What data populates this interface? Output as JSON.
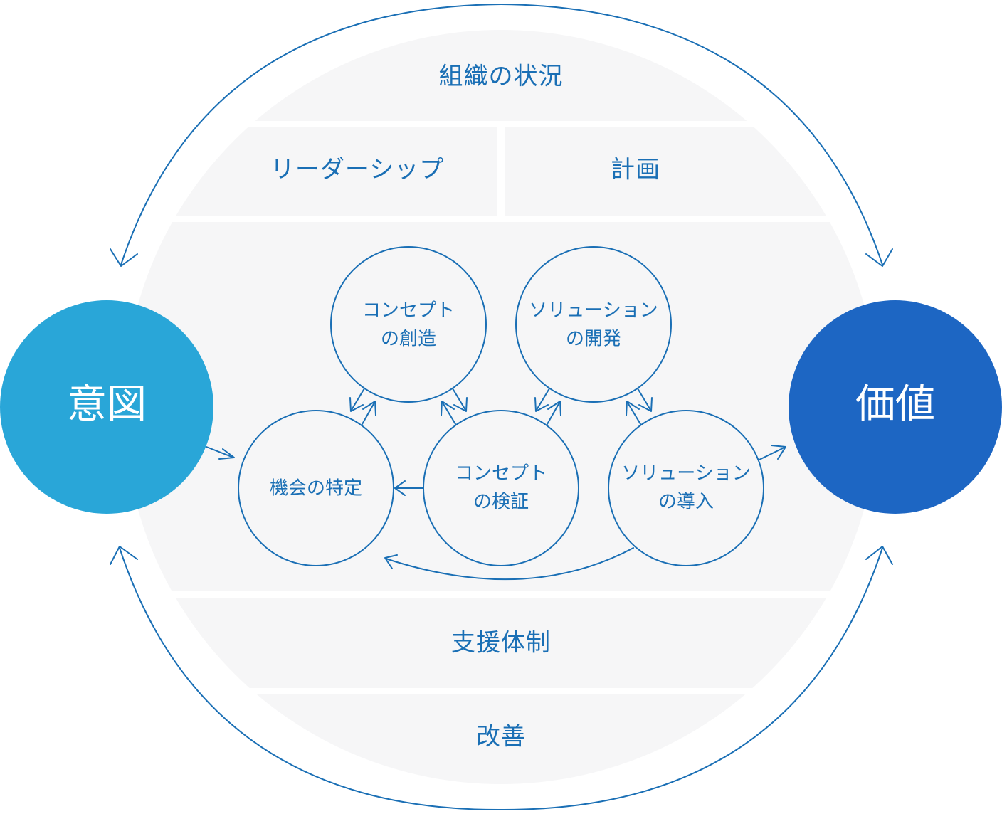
{
  "colors": {
    "accent": "#1a6fb5",
    "band_fill": "#f6f6f7",
    "intent_fill": "#29a6d8",
    "value_fill": "#1d66c3"
  },
  "bands": {
    "organization": "組織の状況",
    "leadership": "リーダーシップ",
    "planning": "計画",
    "support": "支援体制",
    "improvement": "改善"
  },
  "endpoints": {
    "intent": "意図",
    "value": "価値"
  },
  "nodes": {
    "opportunity": [
      "機会の特定"
    ],
    "concept_creation": [
      "コンセプト",
      "の創造"
    ],
    "concept_validation": [
      "コンセプト",
      "の検証"
    ],
    "solution_development": [
      "ソリューション",
      "の開発"
    ],
    "solution_deployment": [
      "ソリューション",
      "の導入"
    ]
  }
}
